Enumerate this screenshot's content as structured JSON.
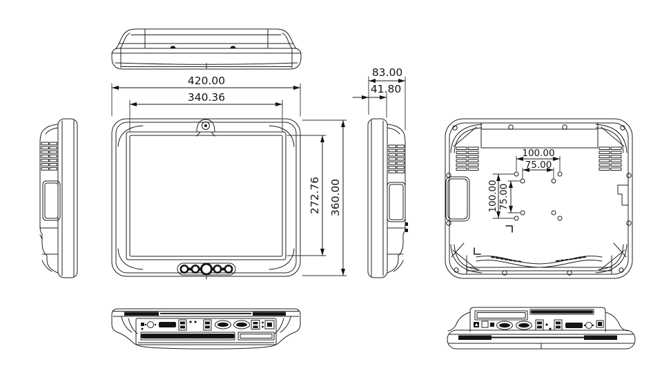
{
  "drawing": {
    "dimension_labels": {
      "overall_width": "420.00",
      "display_width": "340.36",
      "display_height": "272.76",
      "overall_height": "360.00",
      "overall_depth": "83.00",
      "front_bezel_depth": "41.80",
      "vesa_horizontal_outer": "100.00",
      "vesa_horizontal_inner": "75.00",
      "vesa_vertical_outer": "100.00",
      "vesa_vertical_inner": "75.00"
    },
    "colors": {
      "line": "#1c1c1c",
      "background": "#ffffff",
      "dark_fill": "#141414"
    }
  }
}
